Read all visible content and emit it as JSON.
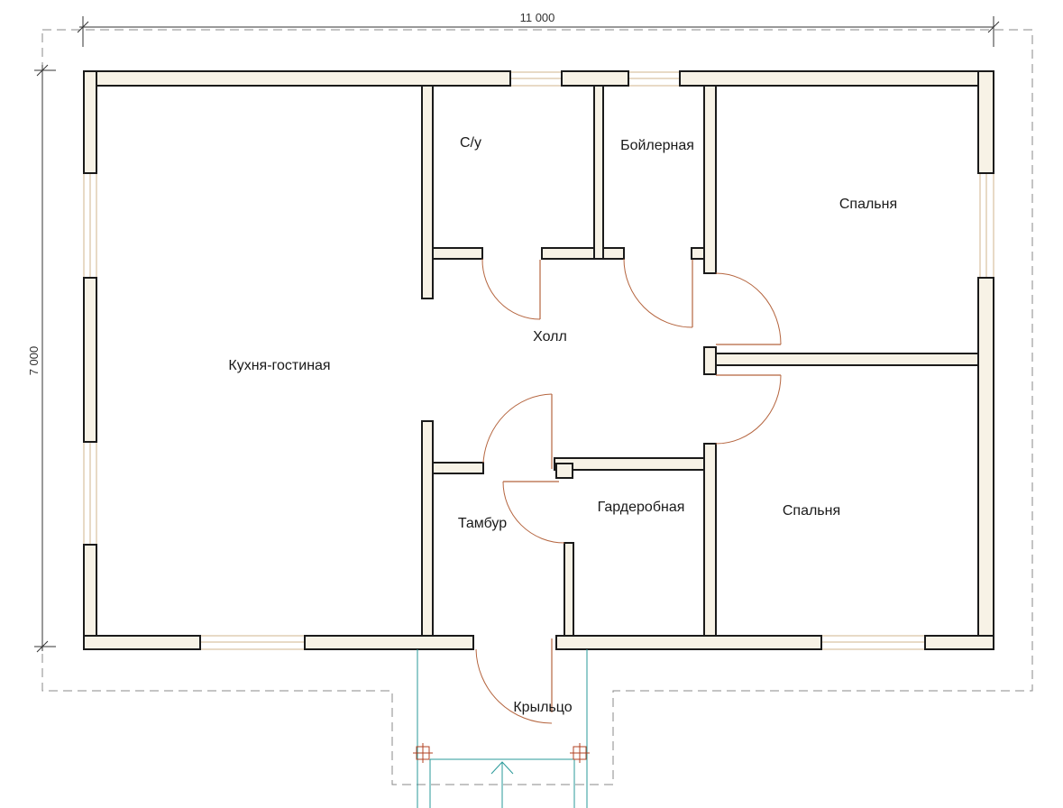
{
  "dimensions": {
    "width_label": "11 000",
    "height_label": "7 000"
  },
  "rooms": {
    "living": "Кухня-гостиная",
    "wc": "С/у",
    "boiler": "Бойлерная",
    "bedroom_top": "Спальня",
    "hall": "Холл",
    "vestibule": "Тамбур",
    "wardrobe": "Гардеробная",
    "bedroom_bottom": "Спальня",
    "porch": "Крыльцо"
  }
}
